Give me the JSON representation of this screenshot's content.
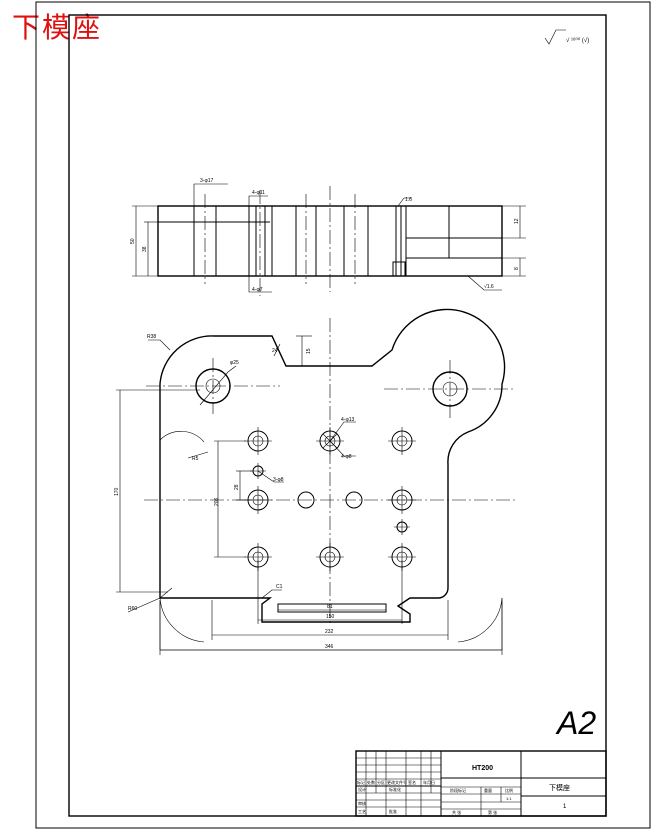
{
  "title": "下模座",
  "sheet_size": "A2",
  "roughness_top_right": "√ ¹⁶⁰⁰ (√)",
  "section_view": {
    "dim_top_hole": "3-φ17",
    "dim_top_small": "4-φ11",
    "dim_bottom": "4-φ7",
    "roughness_mark": "1.6",
    "roughness_bottom": "√1.6",
    "dim_height_total": "50",
    "dim_height_left": "38",
    "dim_right_top": "12",
    "dim_right_bottom": "8"
  },
  "plan_view": {
    "r_label": "R38",
    "hole_label": "φ25",
    "depth_label": "24",
    "notch_label": "15",
    "center_hole_label": "4-φ13",
    "center_hole_label2": "4-φ8",
    "small_hole_label": "3-φ8",
    "dim_28": "28",
    "r5_label": "R5",
    "vertical_dim": "206",
    "left_height": "170",
    "r60_label": "R60",
    "c_label": "C1",
    "dim_bottom_1": "81",
    "dim_bottom_2": "150",
    "dim_bottom_3": "232",
    "dim_bottom_4": "346"
  },
  "title_block": {
    "material": "HT200",
    "part_name": "下模座",
    "scale": "1",
    "row_labels": [
      "标记",
      "处数",
      "分区",
      "更改文件号",
      "签名",
      "年月日"
    ],
    "design": "设计",
    "check": "审核",
    "process": "工艺",
    "standard": "标准化",
    "approve": "批准",
    "stage": "阶段标记",
    "weight": "重量",
    "ratio": "比例",
    "ratio_val": "1:1",
    "sheet": "共 张",
    "sheet2": "第 张"
  }
}
